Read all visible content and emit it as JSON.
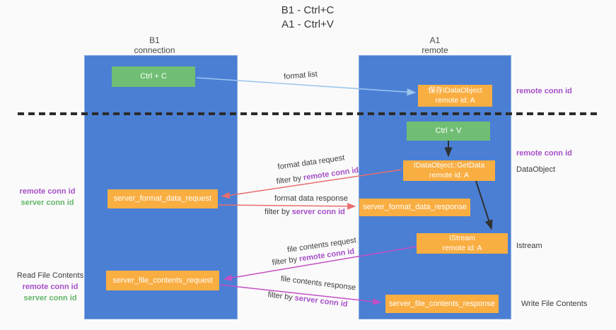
{
  "title": {
    "line1": "B1 - Ctrl+C",
    "line2": "A1 - Ctrl+V"
  },
  "lanes": {
    "left": {
      "name": "B1",
      "role": "connection"
    },
    "right": {
      "name": "A1",
      "role": "remote"
    }
  },
  "boxes": {
    "ctrl_c": "Ctrl + C",
    "ctrl_v": "Ctrl + V",
    "save_dataobject": {
      "line1": "保存IDataObject",
      "line2": "remote id: A"
    },
    "getdata": {
      "line1": "IDataObject::GetData",
      "line2": "remote id: A"
    },
    "istream": {
      "line1": "IStream",
      "line2": "remote id: A"
    },
    "format_request": "server_format_data_request",
    "format_response": "server_format_data_response",
    "file_request": "server_file_contents_request",
    "file_response": "server_file_contents_response"
  },
  "arrows": {
    "format_list": {
      "label": "format list"
    },
    "format_request": {
      "label": "format data request",
      "filter_prefix": "filter by ",
      "filter_key": "remote conn id"
    },
    "format_response": {
      "label": "format data response",
      "filter_prefix": "filter by ",
      "filter_key": "server conn id"
    },
    "file_request": {
      "label": "file contents request",
      "filter_prefix": "filter by ",
      "filter_key": "remote conn id"
    },
    "file_response": {
      "label": "file contents response",
      "filter_prefix": "filter by ",
      "filter_key": "server conn id"
    }
  },
  "side_labels": {
    "left_format": {
      "remote": "remote conn id",
      "server": "server conn id"
    },
    "left_read": "Read File Contents",
    "left_file": {
      "remote": "remote conn id",
      "server": "server conn id"
    },
    "right_top": "remote conn id",
    "right_mid": "remote conn id",
    "right_dataobject": "DataObject",
    "right_istream": "Istream",
    "right_write": "Write File Contents"
  },
  "colors": {
    "lane_blue": "#4a7fd4",
    "box_orange": "#f9ae42",
    "box_green": "#70be74",
    "arrow_black": "#303030",
    "arrow_blue": "#9cc6ec",
    "arrow_red": "#e96d6d",
    "arrow_magenta": "#c44fc4",
    "text_purple": "#a64fc8",
    "text_green": "#64b669",
    "bg": "#fafafa"
  }
}
